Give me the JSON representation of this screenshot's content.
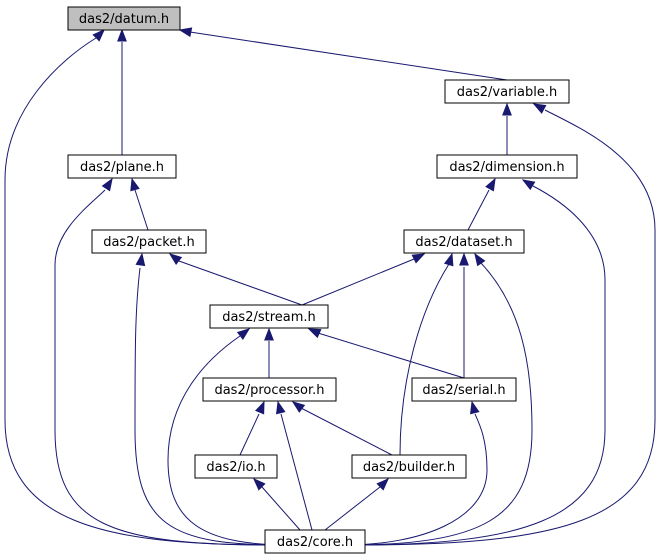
{
  "graph": {
    "edge_color": "#191970",
    "highlight_fill": "#bfbfbf",
    "nodes": [
      {
        "id": "datum",
        "label": "das2/datum.h",
        "highlight": true
      },
      {
        "id": "variable",
        "label": "das2/variable.h"
      },
      {
        "id": "plane",
        "label": "das2/plane.h"
      },
      {
        "id": "dimension",
        "label": "das2/dimension.h"
      },
      {
        "id": "packet",
        "label": "das2/packet.h"
      },
      {
        "id": "dataset",
        "label": "das2/dataset.h"
      },
      {
        "id": "stream",
        "label": "das2/stream.h"
      },
      {
        "id": "processor",
        "label": "das2/processor.h"
      },
      {
        "id": "serial",
        "label": "das2/serial.h"
      },
      {
        "id": "io",
        "label": "das2/io.h"
      },
      {
        "id": "builder",
        "label": "das2/builder.h"
      },
      {
        "id": "core",
        "label": "das2/core.h"
      }
    ],
    "edges": [
      {
        "from": "variable",
        "to": "datum"
      },
      {
        "from": "plane",
        "to": "datum"
      },
      {
        "from": "core",
        "to": "datum"
      },
      {
        "from": "dimension",
        "to": "variable"
      },
      {
        "from": "core",
        "to": "variable"
      },
      {
        "from": "packet",
        "to": "plane"
      },
      {
        "from": "core",
        "to": "plane"
      },
      {
        "from": "dataset",
        "to": "dimension"
      },
      {
        "from": "core",
        "to": "dimension"
      },
      {
        "from": "stream",
        "to": "packet"
      },
      {
        "from": "core",
        "to": "packet"
      },
      {
        "from": "stream",
        "to": "dataset"
      },
      {
        "from": "serial",
        "to": "dataset"
      },
      {
        "from": "builder",
        "to": "dataset"
      },
      {
        "from": "core",
        "to": "dataset"
      },
      {
        "from": "processor",
        "to": "stream"
      },
      {
        "from": "serial",
        "to": "stream"
      },
      {
        "from": "core",
        "to": "stream"
      },
      {
        "from": "io",
        "to": "processor"
      },
      {
        "from": "builder",
        "to": "processor"
      },
      {
        "from": "core",
        "to": "processor"
      },
      {
        "from": "core",
        "to": "serial"
      },
      {
        "from": "core",
        "to": "io"
      },
      {
        "from": "core",
        "to": "builder"
      }
    ]
  }
}
